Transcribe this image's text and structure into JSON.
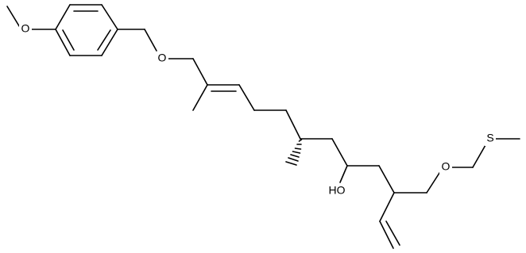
{
  "molecule": {
    "atoms": [
      {
        "id": "o_methoxy",
        "label": "O"
      },
      {
        "id": "o_benzyl",
        "label": "O"
      },
      {
        "id": "oh",
        "label": "HO"
      },
      {
        "id": "o_right",
        "label": "O"
      },
      {
        "id": "s",
        "label": "S"
      }
    ]
  }
}
